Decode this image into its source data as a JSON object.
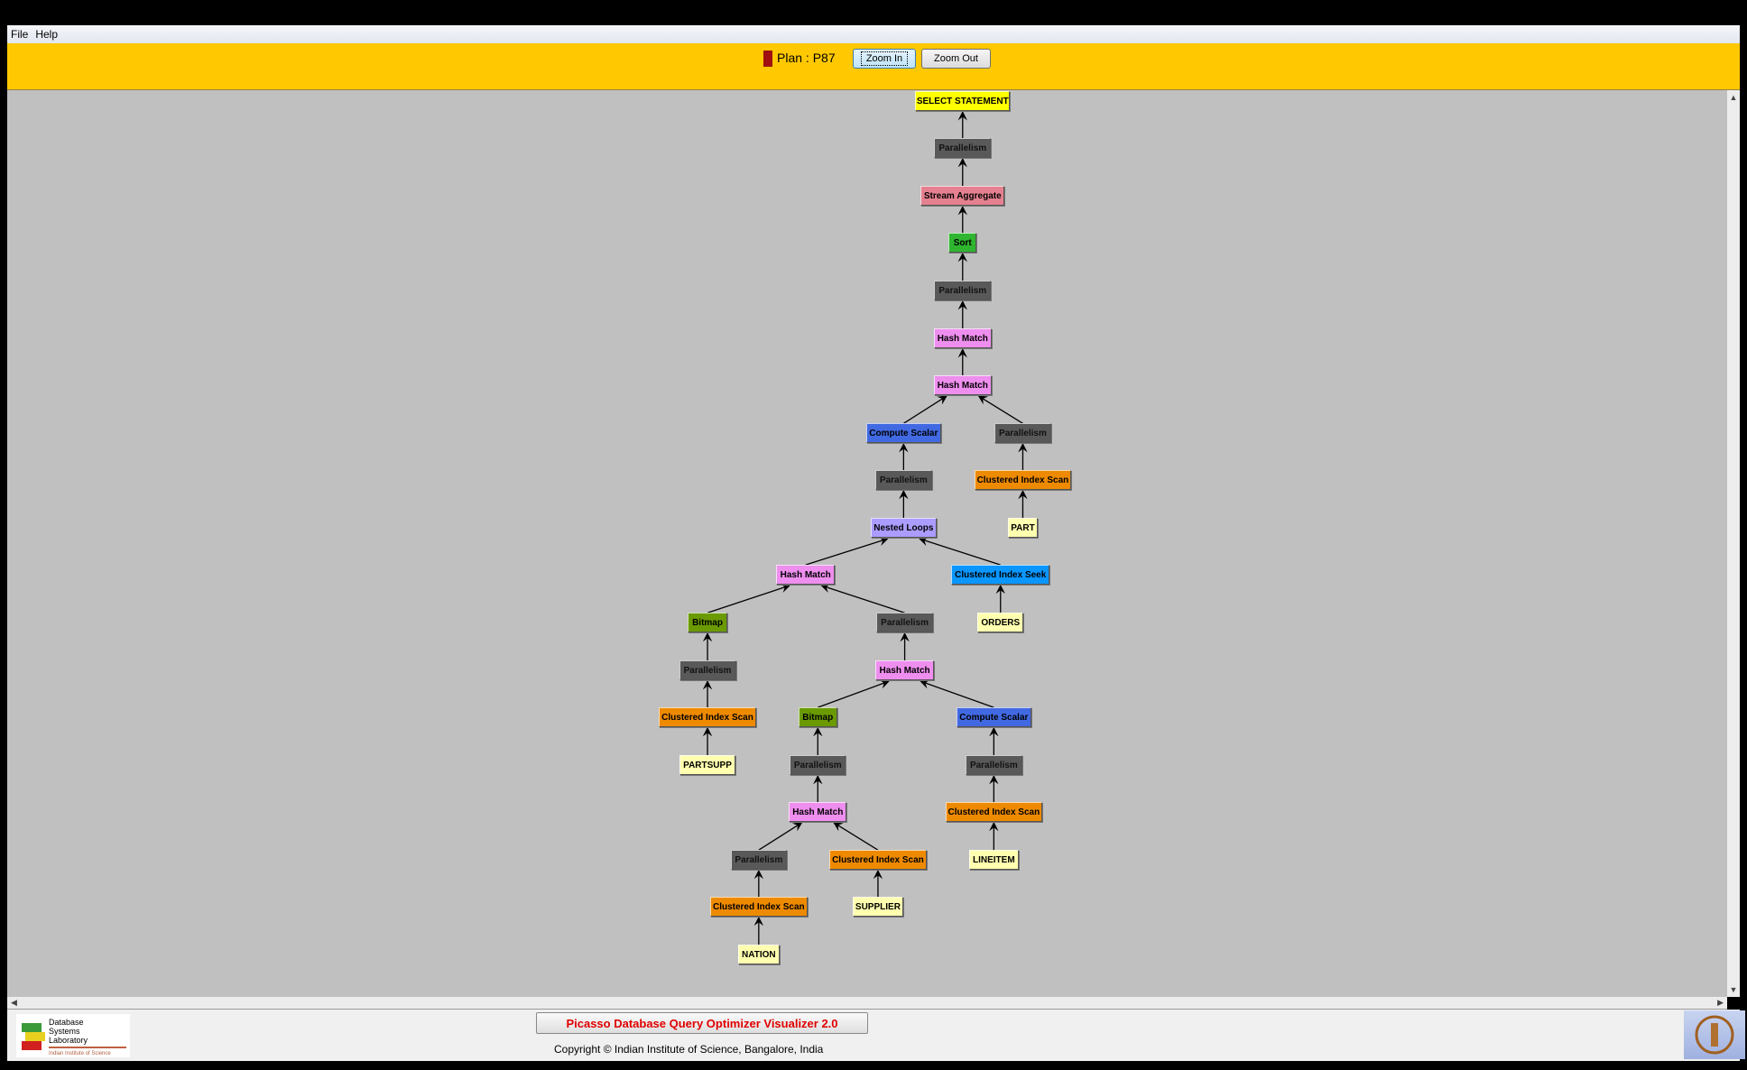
{
  "menu": {
    "items": [
      "File",
      "Help"
    ]
  },
  "toolbar": {
    "plan_label": "Plan : P87",
    "plan_color": "#a01010",
    "zoom_in": "Zoom In",
    "zoom_out": "Zoom Out"
  },
  "plan_tree": {
    "nodes": [
      {
        "id": 1,
        "label": "SELECT STATEMENT",
        "parent": null,
        "color": "#ffff00"
      },
      {
        "id": 2,
        "label": "Parallelism",
        "parent": 1,
        "color": "#595959"
      },
      {
        "id": 3,
        "label": "Stream Aggregate",
        "parent": 2,
        "color": "#e4808f"
      },
      {
        "id": 4,
        "label": "Sort",
        "parent": 3,
        "color": "#2fb52f"
      },
      {
        "id": 5,
        "label": "Parallelism",
        "parent": 4,
        "color": "#595959"
      },
      {
        "id": 6,
        "label": "Hash Match",
        "parent": 5,
        "color": "#ee8eee"
      },
      {
        "id": 7,
        "label": "Hash Match",
        "parent": 6,
        "color": "#ee8eee"
      },
      {
        "id": 8,
        "label": "Compute Scalar",
        "parent": 7,
        "color": "#4169e1"
      },
      {
        "id": 9,
        "label": "Parallelism",
        "parent": 7,
        "color": "#595959"
      },
      {
        "id": 10,
        "label": "Parallelism",
        "parent": 8,
        "color": "#595959"
      },
      {
        "id": 11,
        "label": "Clustered Index Scan",
        "parent": 9,
        "color": "#ee8a00"
      },
      {
        "id": 12,
        "label": "PART",
        "parent": 11,
        "color": "#ffffb0"
      },
      {
        "id": 13,
        "label": "Nested Loops",
        "parent": 10,
        "color": "#ab9cff"
      },
      {
        "id": 14,
        "label": "Hash Match",
        "parent": 13,
        "color": "#ee8eee"
      },
      {
        "id": 15,
        "label": "Clustered Index Seek",
        "parent": 13,
        "color": "#0a96ff"
      },
      {
        "id": 16,
        "label": "ORDERS",
        "parent": 15,
        "color": "#ffffb0"
      },
      {
        "id": 17,
        "label": "Bitmap",
        "parent": 14,
        "color": "#6a9a00"
      },
      {
        "id": 18,
        "label": "Parallelism",
        "parent": 14,
        "color": "#595959"
      },
      {
        "id": 19,
        "label": "Parallelism",
        "parent": 17,
        "color": "#595959"
      },
      {
        "id": 20,
        "label": "Hash Match",
        "parent": 18,
        "color": "#ee8eee"
      },
      {
        "id": 21,
        "label": "Clustered Index Scan",
        "parent": 19,
        "color": "#ee8a00"
      },
      {
        "id": 22,
        "label": "Bitmap",
        "parent": 20,
        "color": "#6a9a00"
      },
      {
        "id": 23,
        "label": "Compute Scalar",
        "parent": 20,
        "color": "#4169e1"
      },
      {
        "id": 24,
        "label": "PARTSUPP",
        "parent": 21,
        "color": "#ffffb0"
      },
      {
        "id": 25,
        "label": "Parallelism",
        "parent": 22,
        "color": "#595959"
      },
      {
        "id": 26,
        "label": "Parallelism",
        "parent": 23,
        "color": "#595959"
      },
      {
        "id": 27,
        "label": "Hash Match",
        "parent": 25,
        "color": "#ee8eee"
      },
      {
        "id": 28,
        "label": "Clustered Index Scan",
        "parent": 26,
        "color": "#ee8a00"
      },
      {
        "id": 29,
        "label": "Parallelism",
        "parent": 27,
        "color": "#595959"
      },
      {
        "id": 30,
        "label": "Clustered Index Scan",
        "parent": 27,
        "color": "#ee8a00"
      },
      {
        "id": 31,
        "label": "LINEITEM",
        "parent": 28,
        "color": "#ffffb0"
      },
      {
        "id": 32,
        "label": "Clustered Index Scan",
        "parent": 29,
        "color": "#ee8a00"
      },
      {
        "id": 33,
        "label": "SUPPLIER",
        "parent": 30,
        "color": "#ffffb0"
      },
      {
        "id": 34,
        "label": "NATION",
        "parent": 32,
        "color": "#ffffb0"
      }
    ]
  },
  "footer": {
    "title": "Picasso Database Query Optimizer Visualizer 2.0",
    "copyright": "Copyright © Indian Institute of Science, Bangalore, India",
    "dsl_logo": "Database Systems Laboratory — Indian Institute of Science"
  }
}
